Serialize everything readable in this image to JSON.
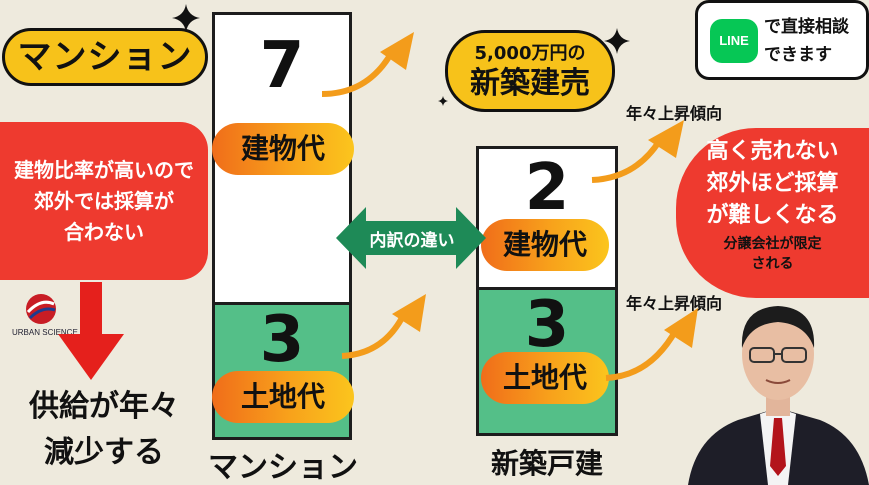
{
  "title_pill": "マンション",
  "left_callout": "建物比率が高いので\n郊外では採算が\n合わない",
  "logo_text": "URBAN SCIENCE",
  "supply_text": "供給が年々\n減少する",
  "mansion": {
    "building_ratio": "7",
    "building_label": "建物代",
    "land_ratio": "3",
    "land_label": "土地代",
    "name": "マンション"
  },
  "new_house": {
    "building_ratio": "2",
    "building_label": "建物代",
    "land_ratio": "3",
    "land_label": "土地代",
    "name": "新築戸建"
  },
  "comparison_label": "内訳の違い",
  "price_pill": {
    "line1": "5,000万円の",
    "line2": "新築建売"
  },
  "trend_label_1": "年々上昇傾向",
  "trend_label_2": "年々上昇傾向",
  "line_badge": {
    "logo": "LINE",
    "text": "で直接相談\nできます"
  },
  "right_callout": {
    "main": "高く売れない\n郊外ほど採算\nが難しくなる",
    "sub": "分譲会社が限定\nされる"
  },
  "colors": {
    "yellow": "#f7c21a",
    "red": "#ee3a2f",
    "green": "#54bf88",
    "dark_green": "#1e8a57",
    "line_green": "#06c755",
    "orange": "#f39c1b"
  }
}
